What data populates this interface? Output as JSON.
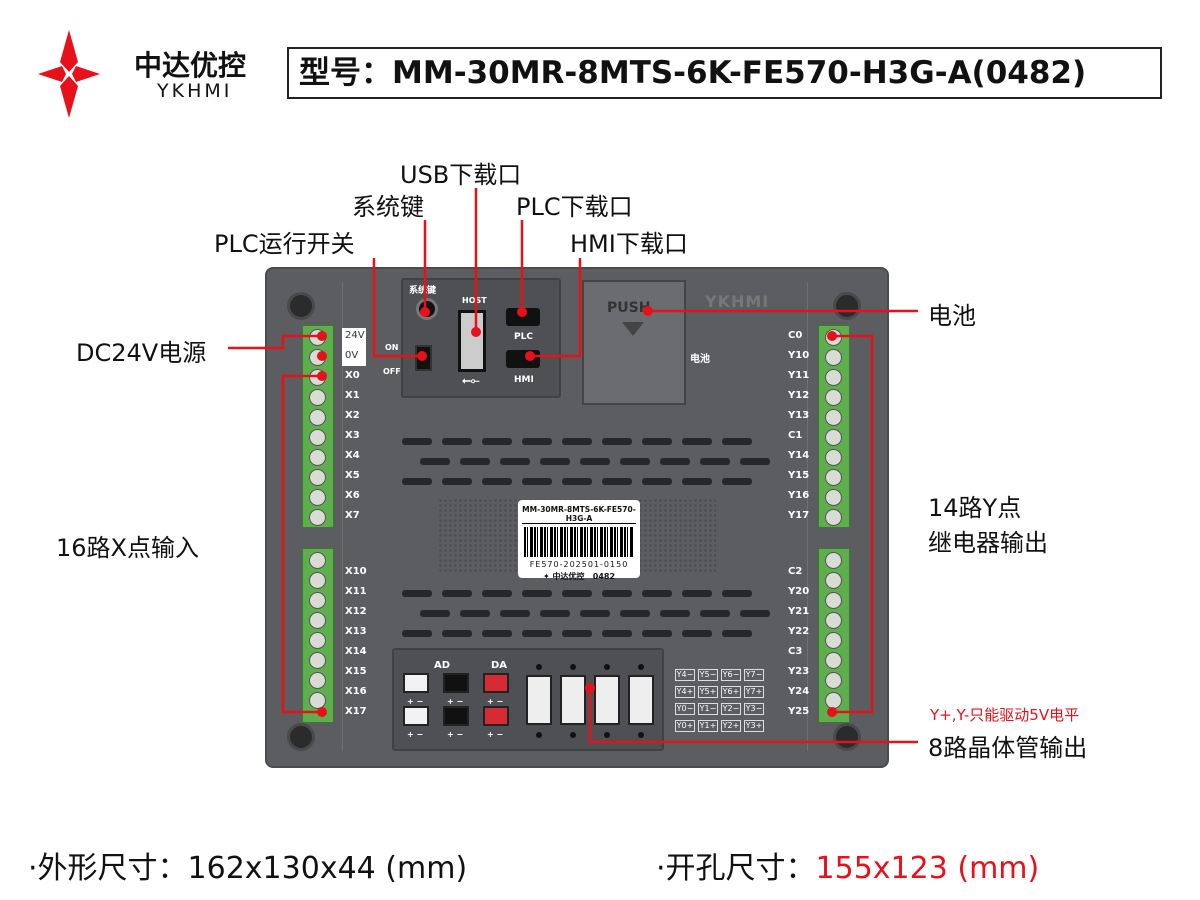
{
  "brand": {
    "name_cn": "中达优控",
    "name_en": "YKHMI",
    "color": "#e8101a"
  },
  "title": "型号：MM-30MR-8MTS-6K-FE570-H3G-A(0482)",
  "callouts": {
    "usb": "USB下载口",
    "system_key": "系统键",
    "plc_port": "PLC下载口",
    "run_switch": "PLC运行开关",
    "hmi_port": "HMI下载口",
    "battery": "电池",
    "power": "DC24V电源",
    "x_inputs": "16路X点输入",
    "y_relay_1": "14路Y点",
    "y_relay_2": "继电器输出",
    "y_note": "Y+,Y-只能驱动5V电平",
    "transistor": "8路晶体管输出"
  },
  "device": {
    "system_key": "系统键",
    "host": "HOST",
    "plc": "PLC",
    "hmi": "HMI",
    "on": "ON",
    "off": "OFF",
    "push": "PUSH",
    "battery": "电池",
    "brand": "YKHMI",
    "left_top": [
      "24V",
      "0V",
      "X0",
      "X1",
      "X2",
      "X3",
      "X4",
      "X5",
      "X6",
      "X7"
    ],
    "left_bottom": [
      "X10",
      "X11",
      "X12",
      "X13",
      "X14",
      "X15",
      "X16",
      "X17"
    ],
    "right_top": [
      "C0",
      "Y10",
      "Y11",
      "Y12",
      "Y13",
      "C1",
      "Y14",
      "Y15",
      "Y16",
      "Y17"
    ],
    "right_bottom": [
      "C2",
      "Y20",
      "Y21",
      "Y22",
      "C3",
      "Y23",
      "Y24",
      "Y25"
    ],
    "ad": "AD",
    "da": "DA",
    "pm": "+ −",
    "ytags": [
      "Y4−",
      "Y5−",
      "Y6−",
      "Y7−",
      "Y4+",
      "Y5+",
      "Y6+",
      "Y7+",
      "Y0−",
      "Y1−",
      "Y2−",
      "Y3−",
      "Y0+",
      "Y1+",
      "Y2+",
      "Y3+"
    ],
    "sticker": {
      "model": "MM-30MR-8MTS-6K-FE570-H3G-A",
      "serial": "FE570-202501-0150",
      "brand": "中达优控",
      "code": "0482"
    }
  },
  "dimensions": {
    "outer_label": "·外形尺寸：",
    "outer_value": "162x130x44 (mm)",
    "cut_label": "·开孔尺寸：",
    "cut_value": "155x123 (mm)",
    "cut_color": "#e8101a"
  }
}
